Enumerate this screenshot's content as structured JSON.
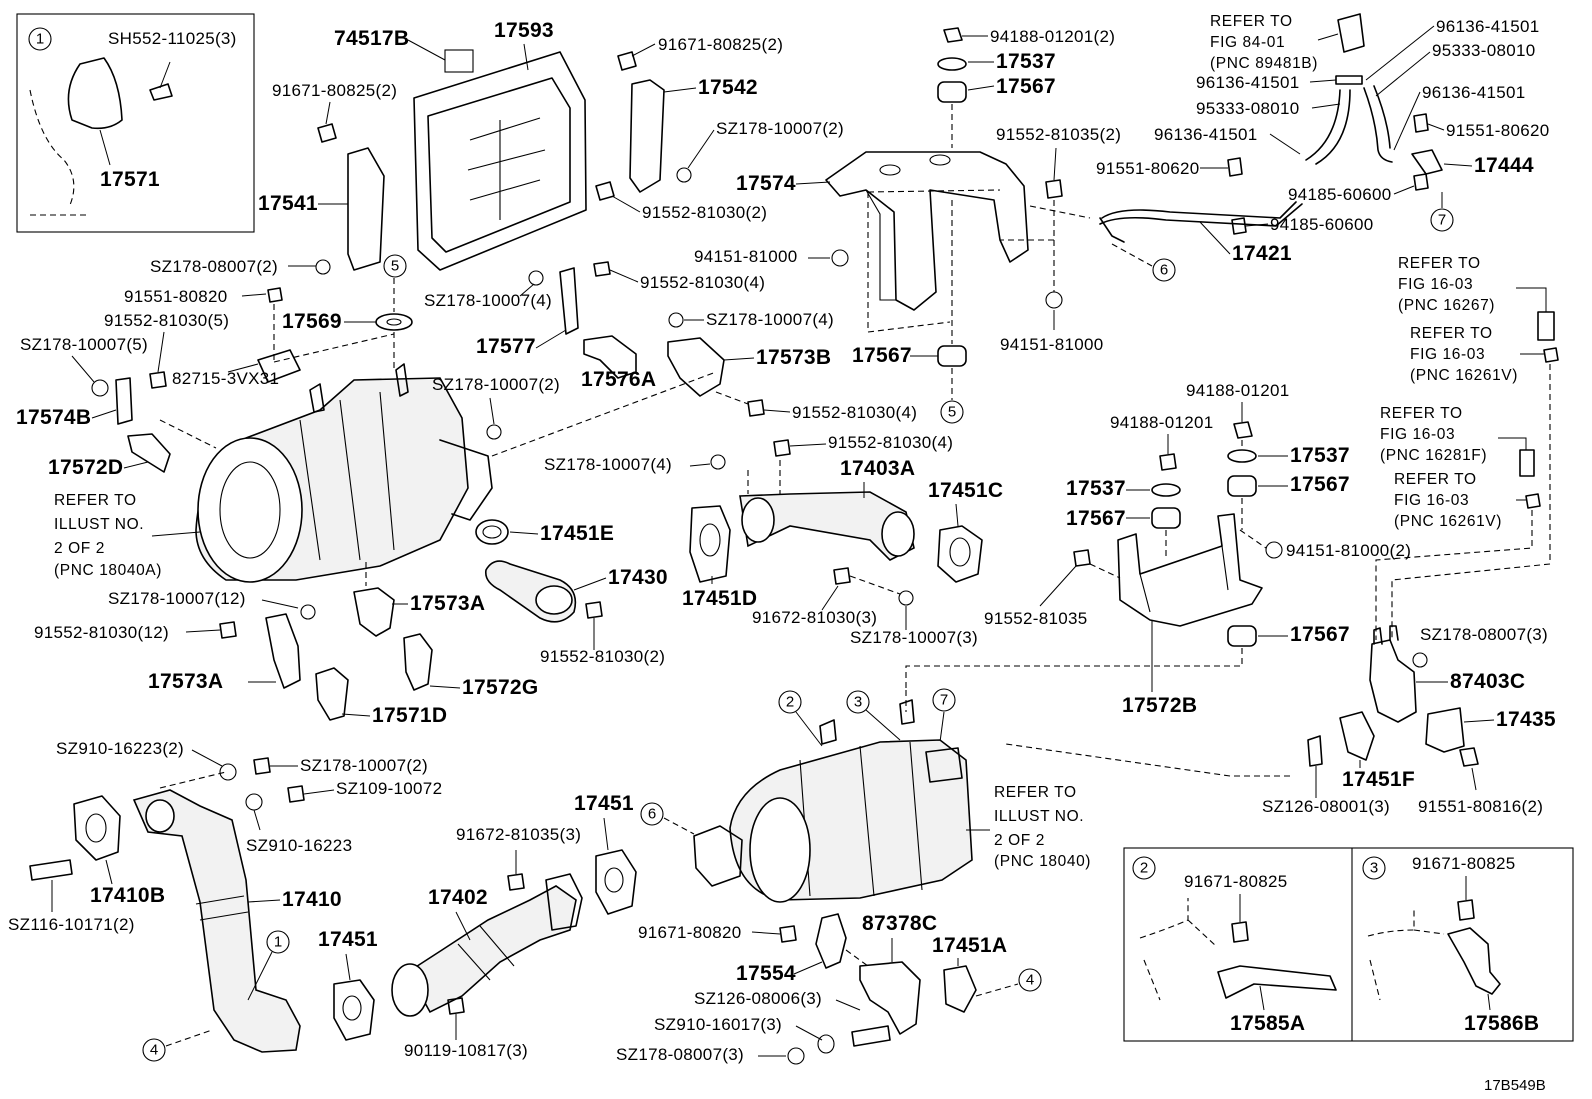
{
  "diagram_code": "17B549B",
  "callouts": {
    "c1": "1",
    "c2": "2",
    "c3": "3",
    "c4": "4",
    "c5": "5",
    "c6": "6",
    "c7": "7"
  },
  "inset1": {
    "ref": "SH552-11025(3)",
    "part": "17571"
  },
  "inset2": {
    "ref": "91671-80825",
    "part": "17585A"
  },
  "inset3": {
    "ref": "91671-80825",
    "part": "17586B"
  },
  "parts": {
    "p74517B": "74517B",
    "p17593": "17593",
    "p9167180825_2a": "91671-80825(2)",
    "p9167180825_2b": "91671-80825(2)",
    "p17542": "17542",
    "pSZ17810007_2a": "SZ178-10007(2)",
    "p9155281030_2": "91552-81030(2)",
    "p17541": "17541",
    "pSZ17808007_2": "SZ178-08007(2)",
    "p9155181820": "91551-80820",
    "p9155281030_5": "91552-81030(5)",
    "pSZ17810007_5": "SZ178-10007(5)",
    "p17569": "17569",
    "pSZ17810007_4a": "SZ178-10007(4)",
    "p9155281030_4a": "91552-81030(4)",
    "p17577": "17577",
    "p17576A": "17576A",
    "pSZ17810007_4b": "SZ178-10007(4)",
    "p17573B": "17573B",
    "p17574B": "17574B",
    "p827153VX31": "82715-3VX31",
    "pSZ17810007_2b": "SZ178-10007(2)",
    "p9155281030_4b": "91552-81030(4)",
    "p17572D": "17572D",
    "p9155281030_4c": "91552-81030(4)",
    "pSZ17810007_4c": "SZ178-10007(4)",
    "p17403A": "17403A",
    "p17451C": "17451C",
    "p17451E": "17451E",
    "p17430": "17430",
    "p17451D": "17451D",
    "p9167281030_3": "91672-81030(3)",
    "pSZ17810007_3": "SZ178-10007(3)",
    "pSZ17810007_12": "SZ178-10007(12)",
    "p17573A_a": "17573A",
    "p9155281030_12": "91552-81030(12)",
    "p9155281030_2b": "91552-81030(2)",
    "p17573A_b": "17573A",
    "p17572G": "17572G",
    "p17571D": "17571D",
    "p9418801201_2": "94188-01201(2)",
    "p17537a": "17537",
    "p17567a": "17567",
    "p9155281035_2": "91552-81035(2)",
    "p17574": "17574",
    "p9415181000a": "94151-81000",
    "p9415181000b": "94151-81000",
    "p17567b": "17567",
    "p9418801201a": "94188-01201",
    "p9418801201b": "94188-01201",
    "p17537b": "17537",
    "p17537c": "17537",
    "p17567c": "17567",
    "p17567d": "17567",
    "p9415181000_2": "94151-81000(2)",
    "p9155281035": "91552-81035",
    "p17567e": "17567",
    "p17572B": "17572B",
    "p9613641501a": "96136-41501",
    "p9533308010a": "95333-08010",
    "p9613641501b": "96136-41501",
    "p9533308010b": "95333-08010",
    "p9613641501c": "96136-41501",
    "p9613641501d": "96136-41501",
    "p9155180620a": "91551-80620",
    "p9155180620b": "91551-80620",
    "p17444": "17444",
    "p9418560600a": "94185-60600",
    "p9418560600b": "94185-60600",
    "p17421": "17421",
    "pSZ17808007_3a": "SZ178-08007(3)",
    "p87403C": "87403C",
    "p17435": "17435",
    "p17451F": "17451F",
    "pSZ12608001_3": "SZ126-08001(3)",
    "p9155180816_2": "91551-80816(2)",
    "pSZ91016223_2": "SZ910-16223(2)",
    "pSZ17810007_2c": "SZ178-10007(2)",
    "pSZ10910072": "SZ109-10072",
    "pSZ91016223": "SZ910-16223",
    "p17410B": "17410B",
    "p17410": "17410",
    "pSZ11610171_2": "SZ116-10171(2)",
    "p17451a": "17451",
    "p17451b": "17451",
    "p9167281035_3": "91672-81035(3)",
    "p17402": "17402",
    "p9011910817_3": "90119-10817(3)",
    "p9167180820": "91671-80820",
    "p87378C": "87378C",
    "p17554": "17554",
    "p17451A": "17451A",
    "pSZ12608006_3": "SZ126-08006(3)",
    "pSZ91016017_3": "SZ910-16017(3)",
    "pSZ17808007_3b": "SZ178-08007(3)"
  },
  "refs": {
    "r8401": [
      "REFER TO",
      "FIG 84-01",
      "(PNC 89481B)"
    ],
    "r16267": [
      "REFER TO",
      "FIG 16-03",
      "(PNC 16267)"
    ],
    "r16261a": [
      "REFER TO",
      "FIG 16-03",
      "(PNC 16261V)"
    ],
    "r16281": [
      "REFER TO",
      "FIG 16-03",
      "(PNC 16281F)"
    ],
    "r16261b": [
      "REFER TO",
      "FIG 16-03",
      "(PNC 16261V)"
    ],
    "rIllustA": [
      "REFER TO",
      "ILLUST NO.",
      "2 OF 2",
      "(PNC 18040A)"
    ],
    "rIllustB": [
      "REFER TO",
      "ILLUST NO.",
      "2 OF 2",
      "(PNC 18040)"
    ]
  }
}
